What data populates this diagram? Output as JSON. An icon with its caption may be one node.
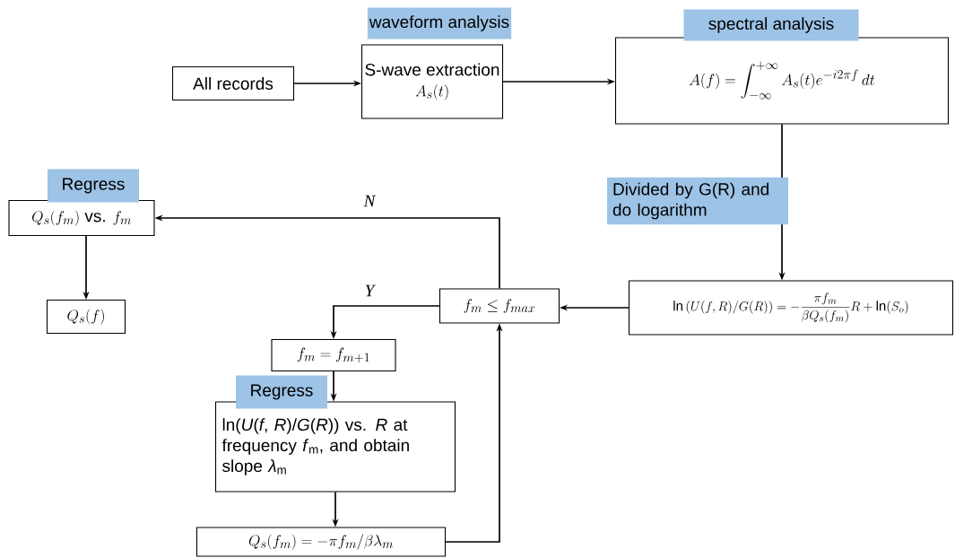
{
  "diagram": {
    "nodes": [
      {
        "text": [
          "All records"
        ]
      },
      {
        "text": [
          "waveform analysis",
          "S-wave extraction",
          "A_s(t)"
        ]
      },
      {
        "text": [
          "spectral analysis",
          "A(f) = \\int_{-\\infty}^{+\\infty} A_s(t)e^{-i2\\pi f}\\,dt"
        ]
      },
      {
        "text": [
          "\\ln\\left(U(f,R)/G(R)\\right) = -\\frac{\\pi f_m}{\\beta Q_s(f_m)}R + \\ln(S_o)"
        ]
      },
      {
        "text": [
          "f_m \\le f_{max}"
        ]
      },
      {
        "text": [
          "Regress",
          "Q_s(f_m)\\text{ vs. }f_m"
        ]
      },
      {
        "text": [
          "Q_s(f)"
        ]
      },
      {
        "text": [
          "f_m = f_{m+1}"
        ]
      },
      {
        "text": [
          "Regress",
          "ln(*U*(*f*, *R*)/*G*(*R*)) vs. *R* at frequency *f*$_{m}$, and obtain slope *λ*$_{m}$"
        ]
      },
      {
        "text": [
          "Q_s(f_m) = -\\pi f_m/\\beta\\lambda_m"
        ]
      }
    ],
    "edges": [
      {
        "from": 0,
        "to": 1,
        "arrow": "to"
      },
      {
        "from": 1,
        "to": 2,
        "arrow": "to"
      },
      {
        "from": 2,
        "to": 3,
        "arrow": "to",
        "label": "Divided by G(R) and do logarithm"
      },
      {
        "from": 3,
        "to": 4,
        "arrow": "to"
      },
      {
        "from": 4,
        "to": 5,
        "arrow": "to",
        "label": "N"
      },
      {
        "from": 5,
        "to": 6,
        "arrow": "to"
      },
      {
        "from": 4,
        "to": 7,
        "arrow": "to",
        "label": "Y"
      },
      {
        "from": 7,
        "to": 8,
        "arrow": "to"
      },
      {
        "from": 8,
        "to": 9,
        "arrow": "to"
      },
      {
        "from": 9,
        "to": 4,
        "arrow": "to"
      }
    ]
  }
}
